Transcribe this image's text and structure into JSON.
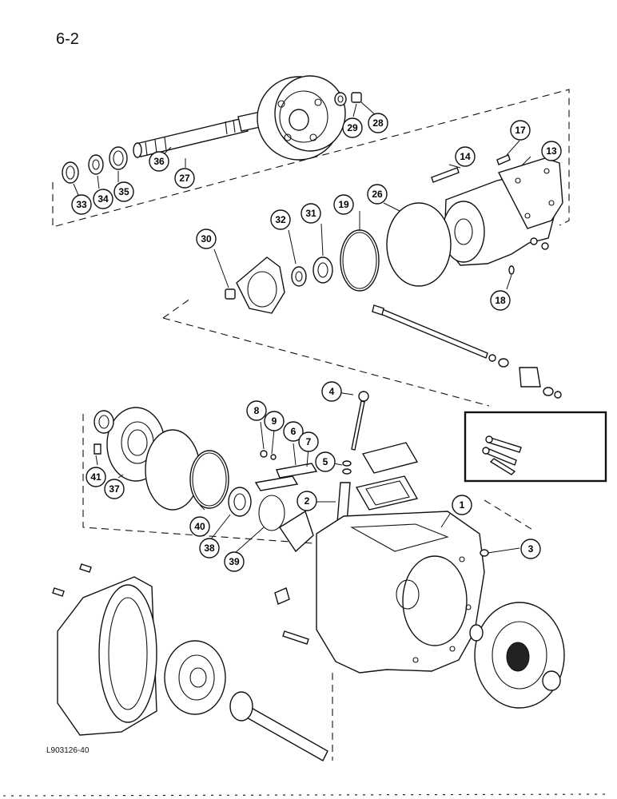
{
  "page": {
    "number": "6-2",
    "figure_code": "L903126-40"
  },
  "callouts": [
    "1",
    "2",
    "3",
    "4",
    "5",
    "6",
    "7",
    "8",
    "9",
    "13",
    "14",
    "17",
    "18",
    "19",
    "26",
    "27",
    "28",
    "29",
    "30",
    "31",
    "32",
    "33",
    "34",
    "35",
    "36",
    "37",
    "38",
    "39",
    "40",
    "41"
  ],
  "colors": {
    "ink": "#111111",
    "paper": "#ffffff"
  }
}
